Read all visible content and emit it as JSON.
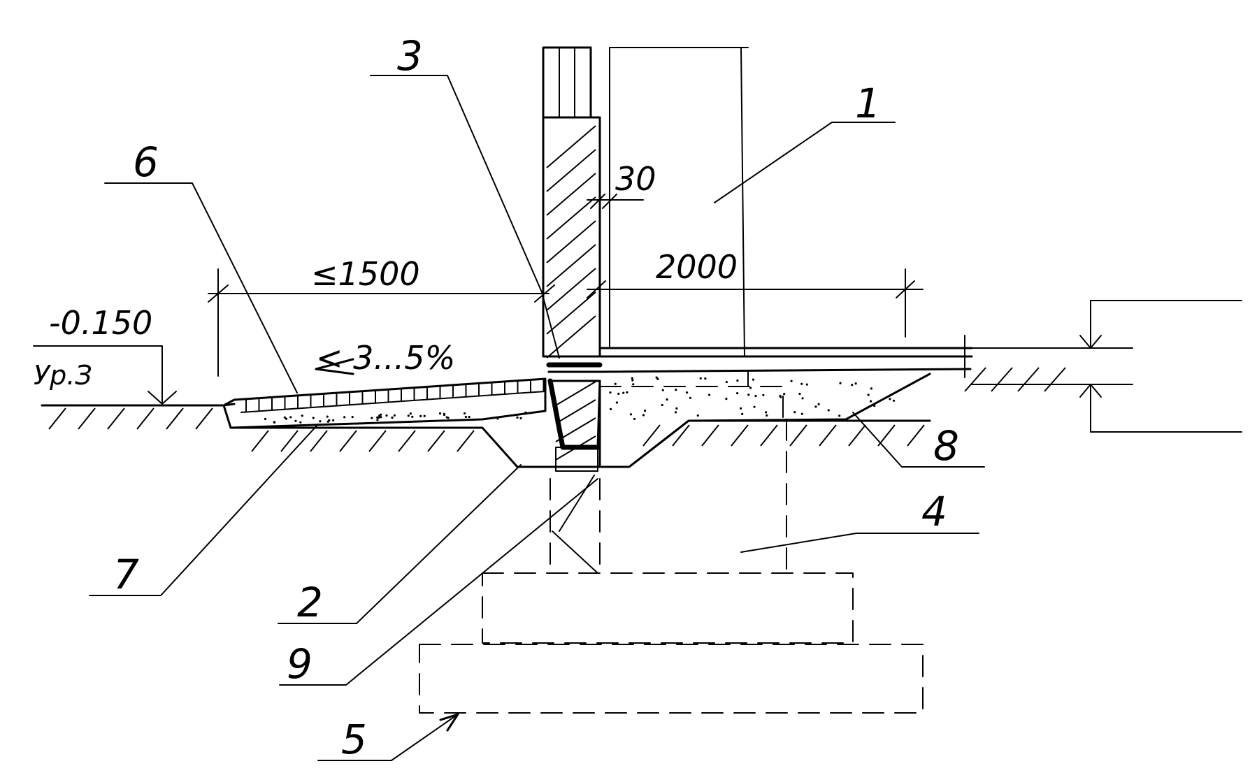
{
  "labels": {
    "callout_1": "1",
    "callout_2": "2",
    "callout_3": "3",
    "callout_4": "4",
    "callout_5": "5",
    "callout_6": "6",
    "callout_7": "7",
    "callout_8": "8",
    "callout_9": "9"
  },
  "dimensions": {
    "gap": "30",
    "blind_area_width": "≤1500",
    "zone_width": "2000",
    "slope": "< 3...5%",
    "ground_level_mark": "-0.150",
    "ground_level_label": "Ур.З"
  }
}
